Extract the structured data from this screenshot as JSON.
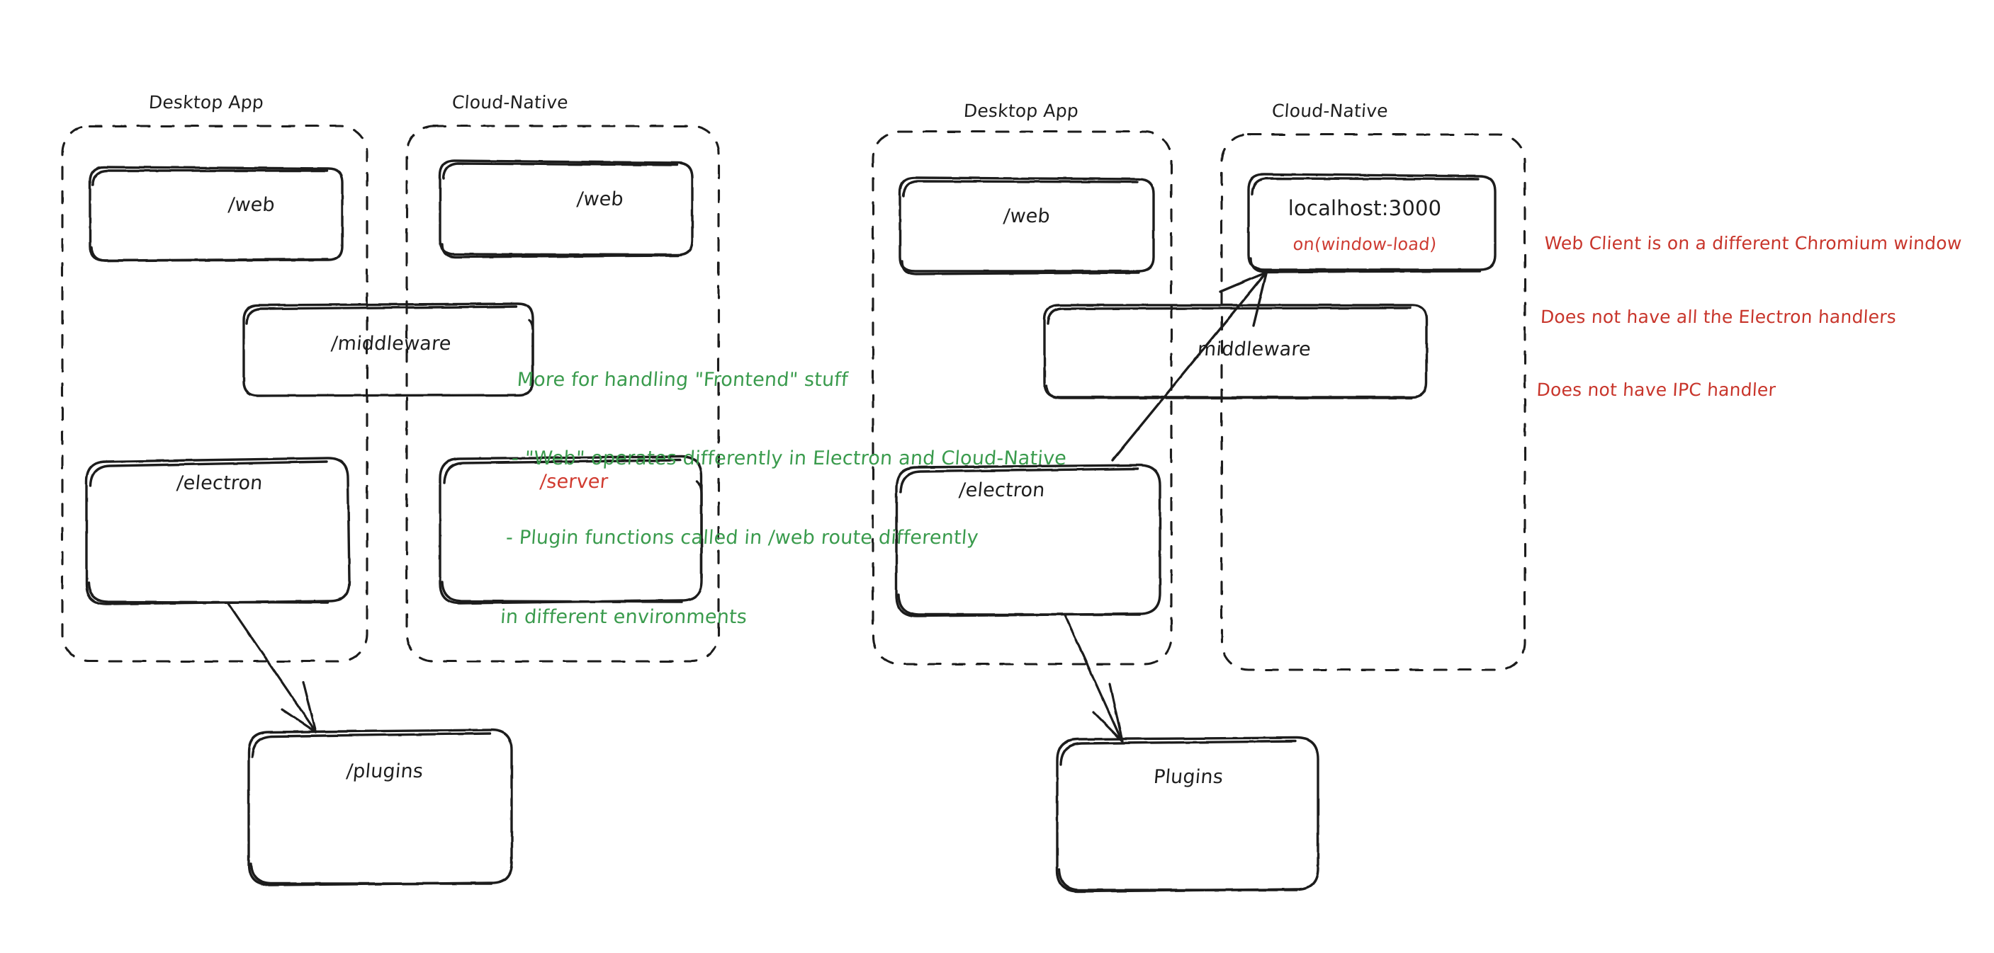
{
  "diagram": {
    "title_hidden": "",
    "style": "hand-drawn architecture sketch",
    "colors": {
      "stroke": "#1e1e1e",
      "green": "#3a9b4d",
      "red": "#c8352b",
      "background": "#ffffff"
    },
    "left_panel": {
      "groups": [
        {
          "label": "Desktop App"
        },
        {
          "label": "Cloud-Native"
        }
      ],
      "boxes": [
        {
          "label": "/web",
          "color": "dark"
        },
        {
          "label": "/web",
          "color": "dark"
        },
        {
          "label": "/middleware",
          "color": "dark"
        },
        {
          "label": "/electron",
          "color": "dark"
        },
        {
          "label": "/server",
          "color": "red"
        },
        {
          "label": "/plugins",
          "color": "dark"
        }
      ],
      "note_green": [
        "More for handling \"Frontend\" stuff",
        "- \"Web\" operates differently in Electron and Cloud-Native",
        "- Plugin functions called in /web route differently",
        "in different environments"
      ]
    },
    "right_panel": {
      "groups": [
        {
          "label": "Desktop App"
        },
        {
          "label": "Cloud-Native"
        }
      ],
      "boxes": [
        {
          "label": "/web",
          "color": "dark"
        },
        {
          "label": "localhost:3000",
          "sub": "on(window-load)",
          "color": "dark",
          "sub_color": "red"
        },
        {
          "label": "middleware",
          "color": "dark"
        },
        {
          "label": "/electron",
          "color": "dark"
        },
        {
          "label": "Plugins",
          "color": "dark"
        }
      ],
      "note_red": [
        "Web Client is on a different Chromium window",
        "Does not have all the Electron handlers",
        "Does not have IPC handler"
      ]
    }
  }
}
